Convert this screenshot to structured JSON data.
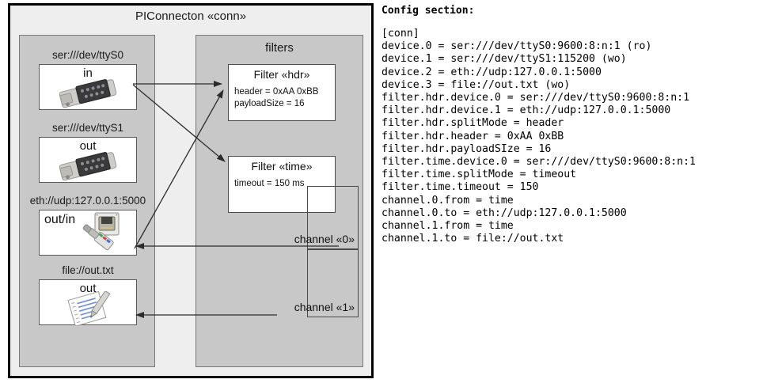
{
  "diagram": {
    "title": "PIConnecton «conn»",
    "devices_panel": {
      "groups": [
        {
          "label": "ser:///dev/ttyS0",
          "io": "in",
          "icon": "serial-port-icon"
        },
        {
          "label": "ser:///dev/ttyS1",
          "io": "out",
          "icon": "serial-port-icon"
        },
        {
          "label": "eth://udp:127.0.0.1:5000",
          "io": "out/in",
          "icon": "ethernet-icon"
        },
        {
          "label": "file://out.txt",
          "io": "out",
          "icon": "document-pencil-icon"
        }
      ]
    },
    "filters_panel": {
      "title": "filters",
      "filters": [
        {
          "title": "Filter «hdr»",
          "props": [
            "header = 0xAA 0xBB",
            "payloadSize = 16"
          ]
        },
        {
          "title": "Filter «time»",
          "props": [
            "timeout = 150 ms"
          ]
        }
      ],
      "channels": [
        {
          "label": "channel «0»"
        },
        {
          "label": "channel «1»"
        }
      ]
    },
    "colors": {
      "outer_bg": "#eeeeee",
      "panel_bg": "#c8c8c8",
      "box_bg": "#ffffff",
      "border": "#000000",
      "edge": "#333333"
    }
  },
  "config": {
    "heading": "Config section:",
    "lines": [
      "[conn]",
      "device.0 = ser:///dev/ttyS0:9600:8:n:1 (ro)",
      "device.1 = ser:///dev/ttyS1:115200 (wo)",
      "device.2 = eth://udp:127.0.0.1:5000",
      "device.3 = file://out.txt (wo)",
      "filter.hdr.device.0 = ser:///dev/ttyS0:9600:8:n:1",
      "filter.hdr.device.1 = eth://udp:127.0.0.1:5000",
      "filter.hdr.splitMode = header",
      "filter.hdr.header = 0xAA 0xBB",
      "filter.hdr.payloadSIze = 16",
      "filter.time.device.0 = ser:///dev/ttyS0:9600:8:n:1",
      "filter.time.splitMode = timeout",
      "filter.time.timeout = 150",
      "channel.0.from = time",
      "channel.0.to = eth://udp:127.0.0.1:5000",
      "channel.1.from = time",
      "channel.1.to = file://out.txt"
    ]
  }
}
